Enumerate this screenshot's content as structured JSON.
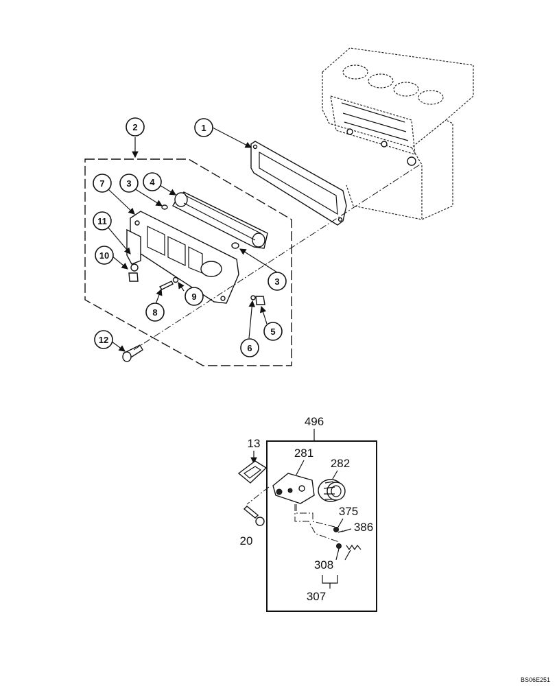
{
  "callouts": [
    "1",
    "2",
    "3",
    "4",
    "5",
    "6",
    "7",
    "8",
    "9",
    "10",
    "11",
    "12"
  ],
  "labels": {
    "kit": "496",
    "gasket_13": "13",
    "bolt_20": "20",
    "pump_281": "281",
    "pulley_282": "282",
    "part_375": "375",
    "part_386": "386",
    "part_308": "308",
    "part_307": "307"
  },
  "reference_code": "BS06E251"
}
